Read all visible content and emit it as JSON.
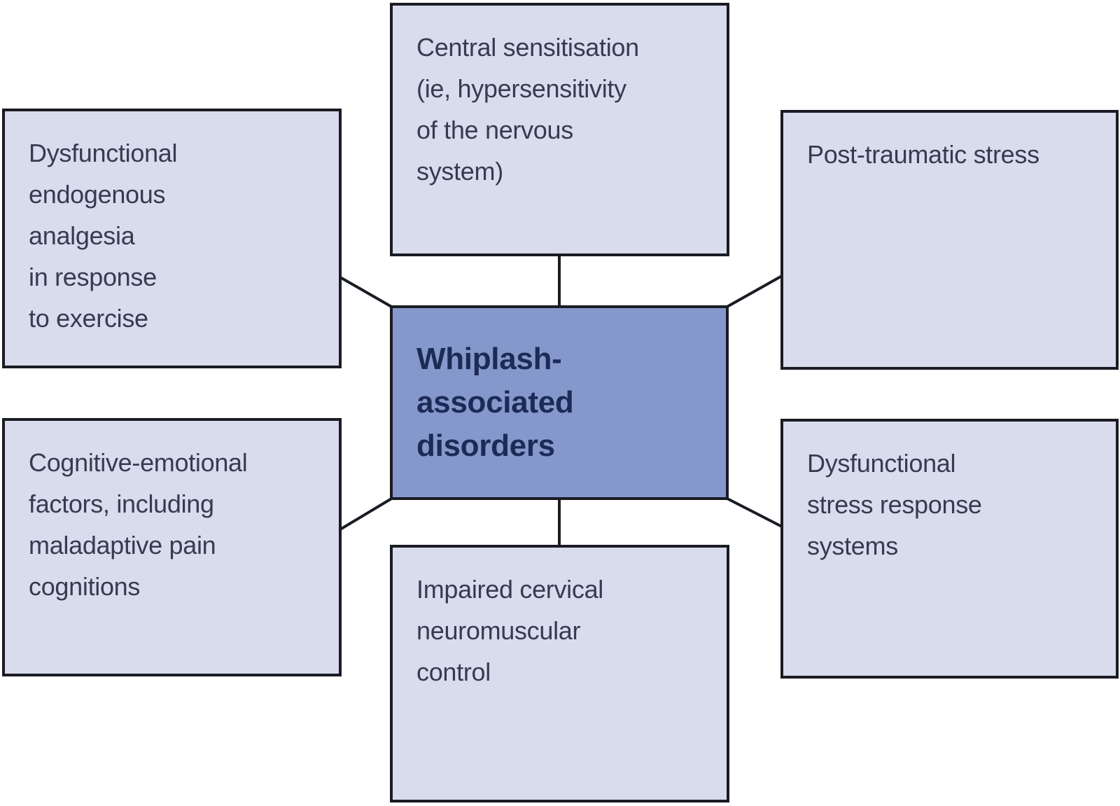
{
  "diagram": {
    "center": {
      "label": "Whiplash-associated\ndisorders"
    },
    "nodes": {
      "top_left": {
        "label": "Dysfunctional\nendogenous\nanalgesia\nin response\nto exercise"
      },
      "top_center": {
        "label": "Central sensitisation\n(ie, hypersensitivity\nof the nervous\nsystem)"
      },
      "top_right": {
        "label": "Post-traumatic stress"
      },
      "bottom_left": {
        "label": "Cognitive-emotional\nfactors, including\nmaladaptive pain\ncognitions"
      },
      "bottom_center": {
        "label": "Impaired cervical\nneuromuscular\ncontrol"
      },
      "bottom_right": {
        "label": "Dysfunctional\nstress response\nsystems"
      }
    },
    "palette": {
      "background": "#ffffff",
      "node_fill": "#d9dcec",
      "center_fill": "#8598cc",
      "border": "#1b1b24",
      "node_text": "#363b51",
      "center_text": "#1c2a56"
    }
  }
}
